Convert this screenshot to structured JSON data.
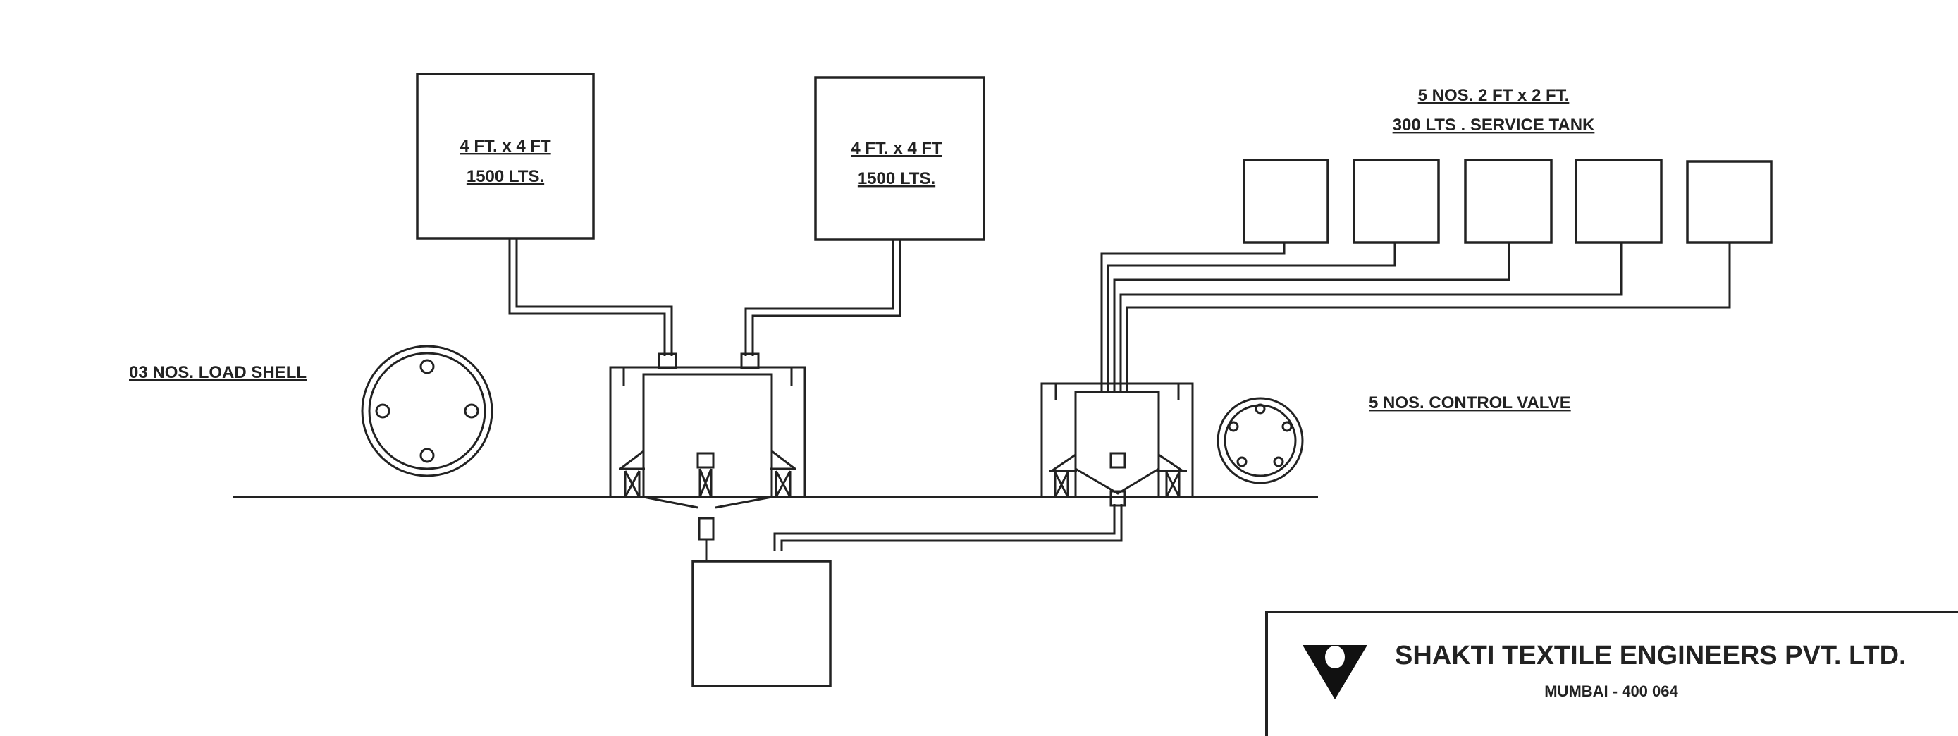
{
  "tanks": {
    "main_left": {
      "size": "4 FT. x 4 FT",
      "capacity": "1500 LTS."
    },
    "main_right": {
      "size": "4 FT. x 4 FT",
      "capacity": "1500 LTS."
    },
    "service": {
      "title_line1": "5 NOS.  2 FT x 2 FT.",
      "title_line2": "300 LTS . SERVICE TANK"
    }
  },
  "labels": {
    "load_shell": "03  NOS.  LOAD SHELL",
    "control_valve": "5 NOS.  CONTROL VALVE"
  },
  "title_block": {
    "company": "SHAKTI TEXTILE ENGINEERS PVT. LTD.",
    "city": "MUMBAI - 400 064"
  }
}
